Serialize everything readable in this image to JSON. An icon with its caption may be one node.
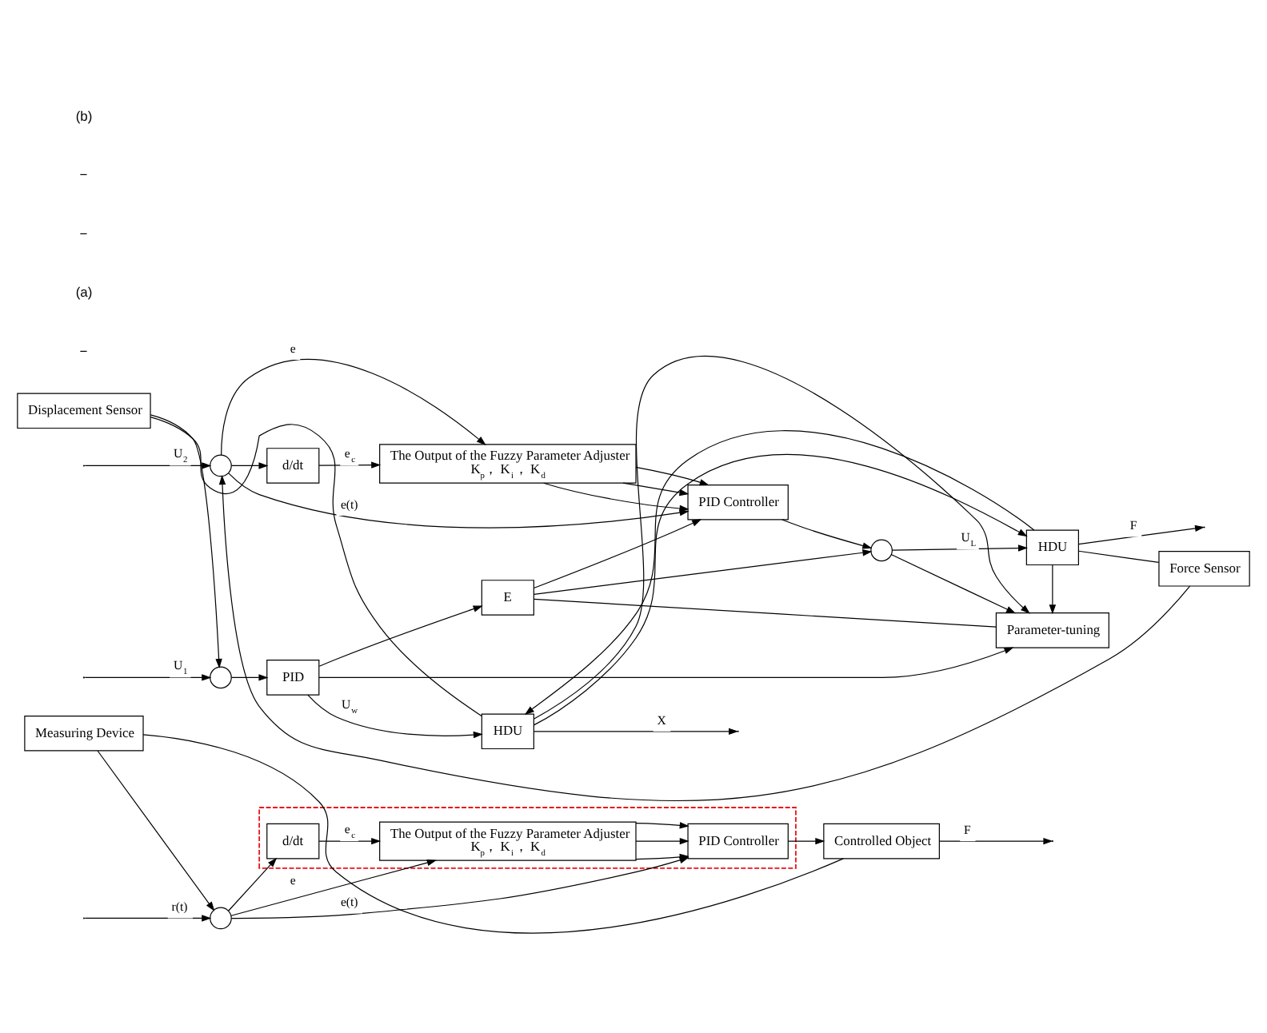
{
  "diagram": {
    "nodes": [
      {
        "text": [],
        "shape": "box"
      },
      {
        "text": [
          "d/dt"
        ],
        "in": 0
      },
      {
        "text": [
          "The Output of the Fuzzy Parameter Adjuster",
          "K$_{p}$， K$_{i}$， K$_{d}$"
        ],
        "in": 0
      },
      {
        "text": [
          "PID Controller"
        ],
        "in": 0
      },
      {
        "text": [],
        "shape": "circle"
      },
      {
        "text": [
          "Controlled Object"
        ]
      },
      {
        "text": [
          "Measuring Device"
        ]
      },
      {
        "text": [
          "Displacement Sensor"
        ]
      },
      {
        "text": [],
        "shape": "circle"
      },
      {
        "text": [
          "PID"
        ]
      },
      {
        "text": [
          "HDU"
        ]
      },
      {
        "text": [
          "The Output of the Fuzzy Parameter Adjuster",
          "K$_{p}$， K$_{i}$， K$_{d}$"
        ]
      },
      {
        "text": [
          "d/dt"
        ]
      },
      {
        "text": [
          "E"
        ]
      },
      {
        "text": [
          "Parameter-tuning"
        ]
      },
      {
        "text": [],
        "shape": "circle"
      },
      {
        "text": [
          "PID Controller"
        ]
      },
      {
        "text": [],
        "shape": "circle"
      },
      {
        "text": [
          "HDU"
        ]
      },
      {
        "text": [
          "Force Sensor"
        ]
      }
    ],
    "edges": [
      {
        "from": null,
        "to": 4,
        "arrow": "to",
        "label": "r(t)"
      },
      {
        "from": 4,
        "to": 3,
        "arrow": "to",
        "label": "e(t)"
      },
      {
        "from": 4,
        "to": 1,
        "arrow": "to"
      },
      {
        "from": 4,
        "to": 2,
        "arrow": "to",
        "label": "e"
      },
      {
        "from": 1,
        "to": 2,
        "arrow": "to",
        "label": "e$_{c}$"
      },
      {
        "from": 2,
        "to": 3,
        "arrow": "to"
      },
      {
        "from": 2,
        "to": 3,
        "arrow": "to"
      },
      {
        "from": 2,
        "to": 3,
        "arrow": "to"
      },
      {
        "from": 3,
        "to": 5,
        "arrow": "to"
      },
      {
        "from": 5,
        "to": null,
        "arrow": "to",
        "label": "F"
      },
      {
        "from": 5,
        "to": 6,
        "arrow": "none"
      },
      {
        "from": 6,
        "to": 4,
        "arrow": "to"
      },
      {
        "from": null,
        "to": 8,
        "arrow": "to",
        "label": "U$_{1}$"
      },
      {
        "from": 7,
        "to": 8,
        "arrow": "to"
      },
      {
        "from": 8,
        "to": 9,
        "arrow": "to"
      },
      {
        "from": 9,
        "to": 10,
        "arrow": "to",
        "label": "U$_{w}$"
      },
      {
        "from": 9,
        "to": 13,
        "arrow": "to"
      },
      {
        "from": 9,
        "to": 14,
        "arrow": "to"
      },
      {
        "from": 10,
        "to": null,
        "arrow": "to",
        "label": "X"
      },
      {
        "from": 10,
        "to": 7,
        "arrow": "none"
      },
      {
        "from": 10,
        "to": 14,
        "arrow": "to"
      },
      {
        "from": 10,
        "to": 18,
        "arrow": "to"
      },
      {
        "from": 13,
        "to": 14,
        "arrow": "none"
      },
      {
        "from": null,
        "to": 15,
        "arrow": "to",
        "label": "U$_{2}$"
      },
      {
        "from": 15,
        "to": 12,
        "arrow": "to"
      },
      {
        "from": 15,
        "to": 11,
        "arrow": "to",
        "label": "e"
      },
      {
        "from": 12,
        "to": 11,
        "arrow": "to",
        "label": "e$_{c}$"
      },
      {
        "from": 15,
        "to": 16,
        "arrow": "to",
        "label": "e(t)"
      },
      {
        "from": 11,
        "to": 16,
        "arrow": "to"
      },
      {
        "from": 11,
        "to": 16,
        "arrow": "to"
      },
      {
        "from": 11,
        "to": 16,
        "arrow": "to"
      },
      {
        "from": 13,
        "to": 16,
        "arrow": "to"
      },
      {
        "from": 13,
        "to": 17,
        "arrow": "to"
      },
      {
        "from": 16,
        "to": 17,
        "arrow": "to"
      },
      {
        "from": 17,
        "to": 18,
        "arrow": "to",
        "label": "U$_{L}$"
      },
      {
        "from": 17,
        "to": 14,
        "arrow": "to"
      },
      {
        "from": 18,
        "to": null,
        "arrow": "to",
        "label": "F"
      },
      {
        "from": 18,
        "to": 19,
        "arrow": "none"
      },
      {
        "from": 18,
        "to": 14,
        "arrow": "to"
      },
      {
        "from": 18,
        "to": 10,
        "arrow": "to"
      },
      {
        "from": 19,
        "to": 15,
        "arrow": "to"
      }
    ],
    "labels": [
      "−",
      "(a)",
      "−",
      "−",
      "(b)"
    ]
  }
}
